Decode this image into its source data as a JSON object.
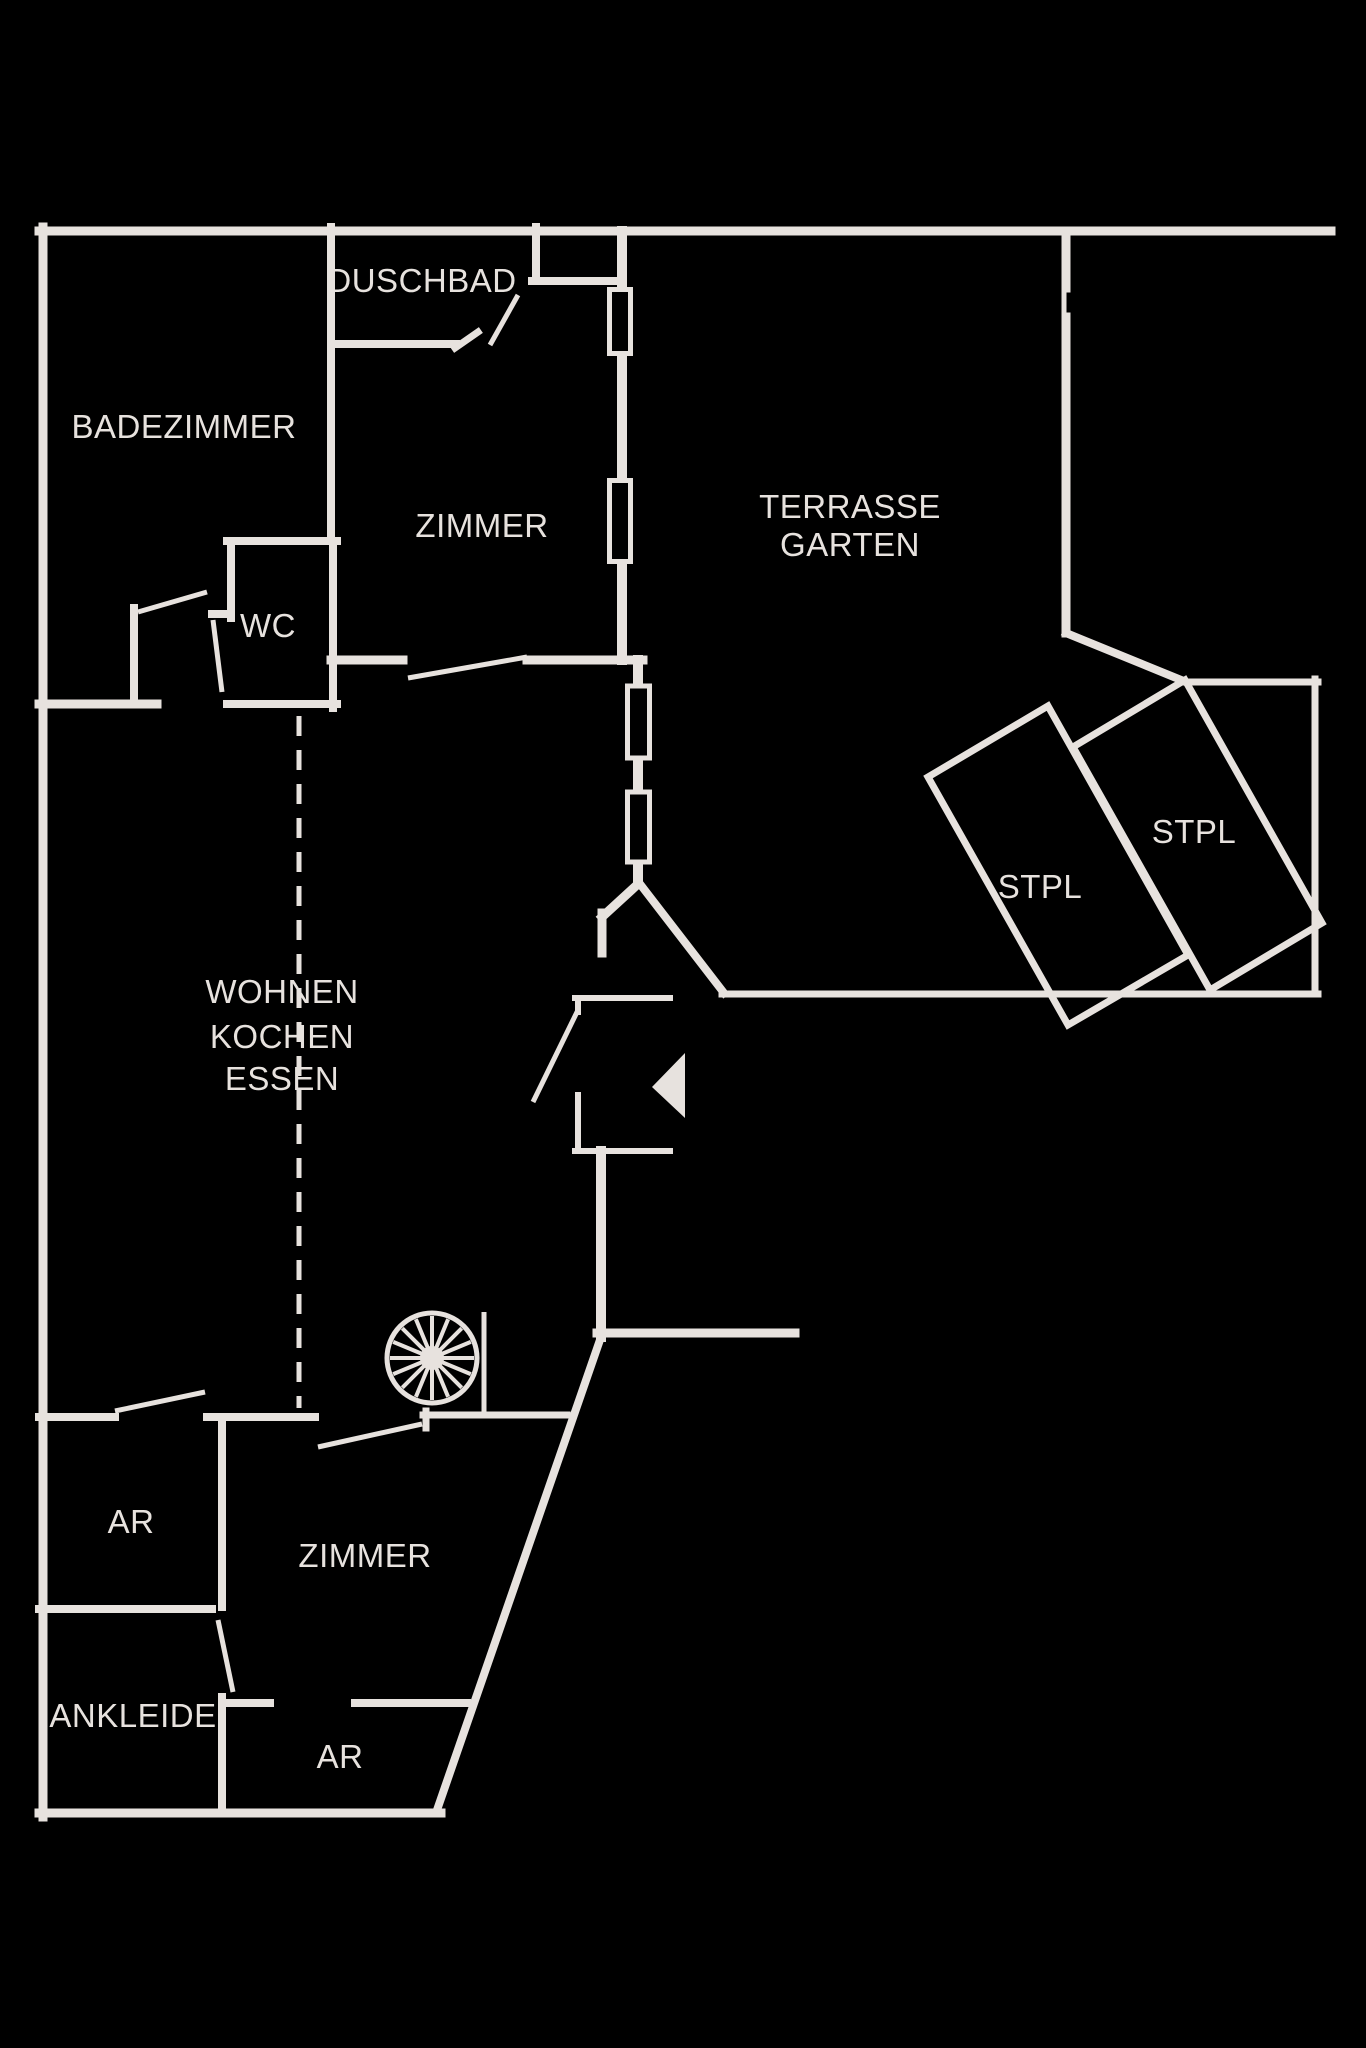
{
  "colors": {
    "background": "#000000",
    "line": "#e7e2de"
  },
  "plan": {
    "type": "apartment-floor-plan",
    "labels": {
      "duschbad": "DUSCHBAD",
      "badezimmer": "BADEZIMMER",
      "zimmer_top": "ZIMMER",
      "terrasse": "TERRASSE",
      "garten": "GARTEN",
      "wc": "WC",
      "stpl_right": "STPL",
      "stpl_left": "STPL",
      "wohnen": "WOHNEN",
      "kochen": "KOCHEN",
      "essen": "ESSEN",
      "ar_top": "AR",
      "zimmer_bottom": "ZIMMER",
      "ankleide": "ANKLEIDE",
      "ar_bottom": "AR"
    }
  }
}
